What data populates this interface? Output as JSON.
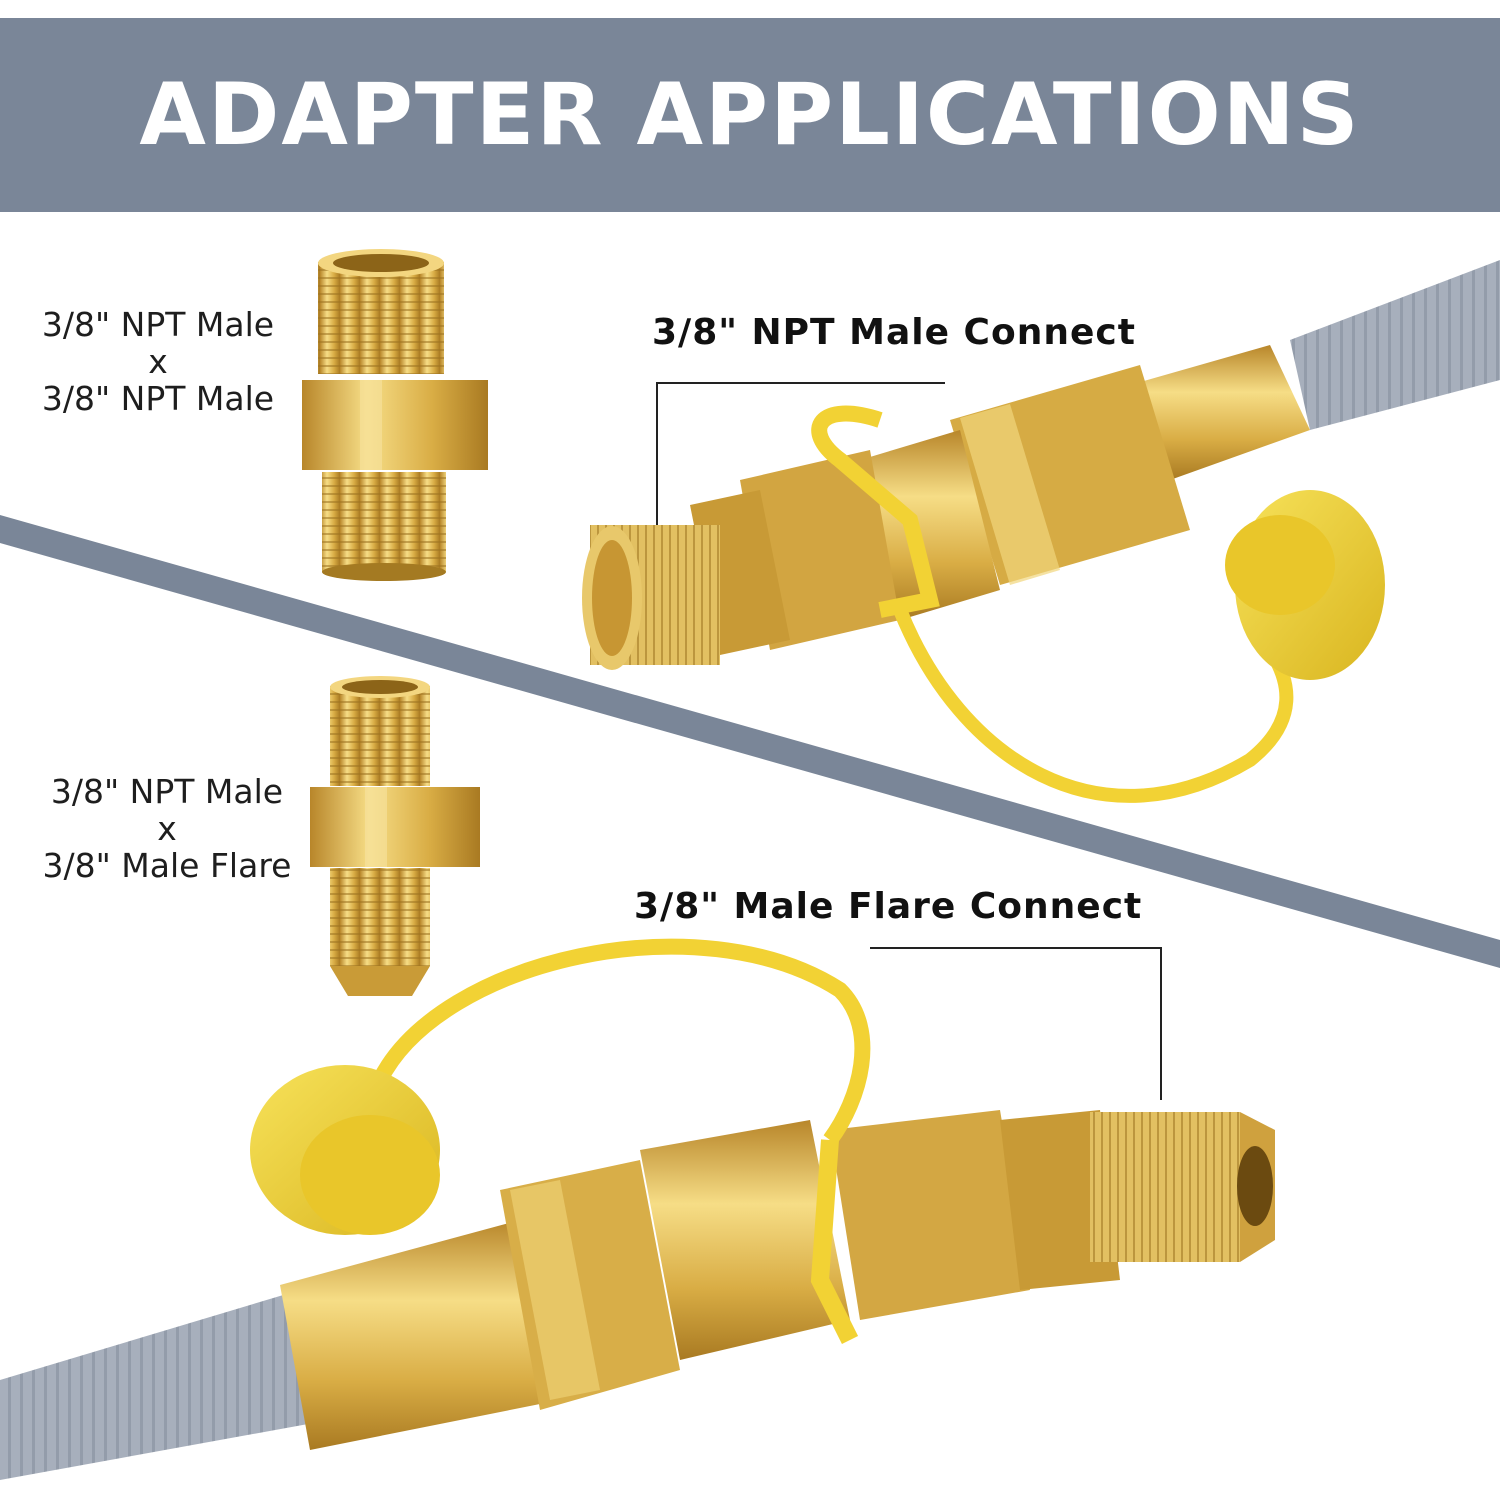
{
  "banner": {
    "title": "ADAPTER APPLICATIONS",
    "background_color": "#7a8698"
  },
  "adapters": [
    {
      "line1": "3/8\" NPT Male",
      "separator": "x",
      "line2": "3/8\" NPT Male"
    },
    {
      "line1": "3/8\" NPT Male",
      "separator": "x",
      "line2": "3/8\" Male Flare"
    }
  ],
  "connections": [
    {
      "label": "3/8\" NPT Male Connect"
    },
    {
      "label": "3/8\" Male Flare Connect"
    }
  ],
  "colors": {
    "brass": "#d9b44a",
    "cap_yellow": "#f2d234",
    "hose_gray": "#a3abb8",
    "divider": "#7a8698"
  },
  "icons": [
    "nipple-adapter-icon",
    "flare-adapter-icon",
    "quick-connect-icon",
    "dust-cap-icon"
  ]
}
